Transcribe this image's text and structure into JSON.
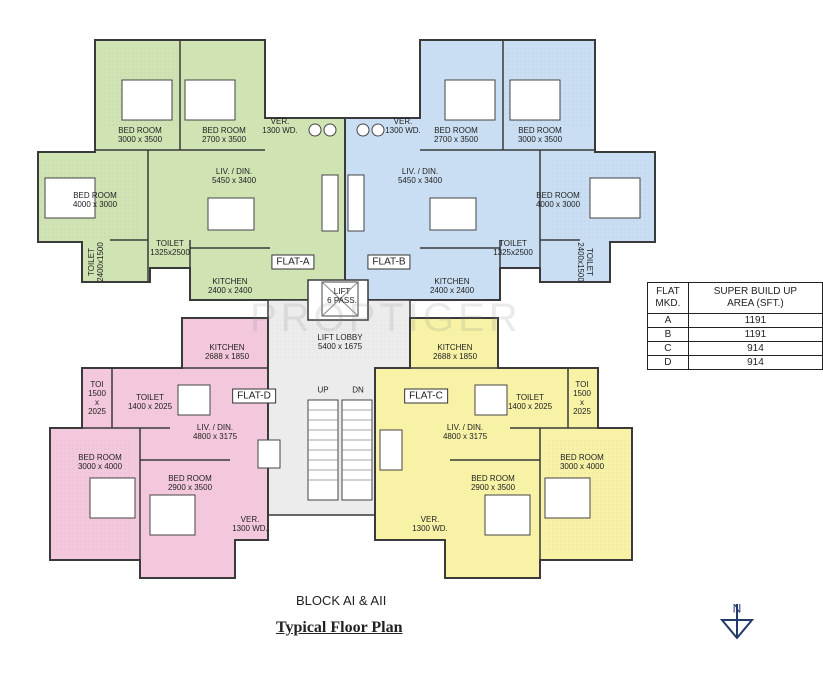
{
  "watermark": "PROPTIGER",
  "flats": {
    "a": "FLAT-A",
    "b": "FLAT-B",
    "c": "FLAT-C",
    "d": "FLAT-D"
  },
  "rooms": {
    "a_bed1": "BED ROOM\n3000 x 3500",
    "a_bed2": "BED ROOM\n2700 x 3500",
    "a_ver": "VER.\n1300 WD.",
    "a_liv": "LIV. / DIN.\n5450 x 3400",
    "a_bed3": "BED ROOM\n4000 x 3000",
    "a_toilet1": "TOILET\n1325x2500",
    "a_toilet2": "TOILET\n2400x1500",
    "a_kitchen": "KITCHEN\n2400 x 2400",
    "b_ver": "VER.\n1300 WD.",
    "b_bed1": "BED ROOM\n2700 x 3500",
    "b_bed2": "BED ROOM\n3000 x 3500",
    "b_liv": "LIV. / DIN.\n5450 x 3400",
    "b_bed3": "BED ROOM\n4000 x 3000",
    "b_toilet1": "TOILET\n1325x2500",
    "b_toilet2": "TOILET\n2400x1500",
    "b_kitchen": "KITCHEN\n2400 x 2400",
    "lift": "LIFT\n6 PASS.",
    "lobby": "LIFT LOBBY\n5400 x 1675",
    "up": "UP",
    "dn": "DN",
    "d_kitchen": "KITCHEN\n2688 x 1850",
    "d_toi": "TOI\n1500\nx\n2025",
    "d_toilet": "TOILET\n1400 x 2025",
    "d_liv": "LIV. / DIN.\n4800 x 3175",
    "d_bed1": "BED ROOM\n3000 x 4000",
    "d_bed2": "BED ROOM\n2900 x 3500",
    "d_ver": "VER.\n1300 WD.",
    "c_kitchen": "KITCHEN\n2688 x 1850",
    "c_toilet": "TOILET\n1400 x 2025",
    "c_toi": "TOI\n1500\nx\n2025",
    "c_liv": "LIV. / DIN.\n4800 x 3175",
    "c_bed1": "BED ROOM\n2900 x 3500",
    "c_bed2": "BED ROOM\n3000 x 4000",
    "c_ver": "VER.\n1300 WD."
  },
  "area_table": {
    "col1": "FLAT\nMKD.",
    "col2": "SUPER BUILD UP\nAREA (SFT.)",
    "rows": [
      {
        "flat": "A",
        "area": "1191"
      },
      {
        "flat": "B",
        "area": "1191"
      },
      {
        "flat": "C",
        "area": "914"
      },
      {
        "flat": "D",
        "area": "914"
      }
    ]
  },
  "block_label": "BLOCK AI  & AII",
  "title": "Typical Floor Plan",
  "north": "N",
  "colors": {
    "flat_a": "#cfe3b3",
    "flat_b": "#c9def2",
    "flat_c": "#f7f2a6",
    "flat_d": "#f3c8dc",
    "core": "#ececec",
    "wall": "#3a3a3a"
  }
}
